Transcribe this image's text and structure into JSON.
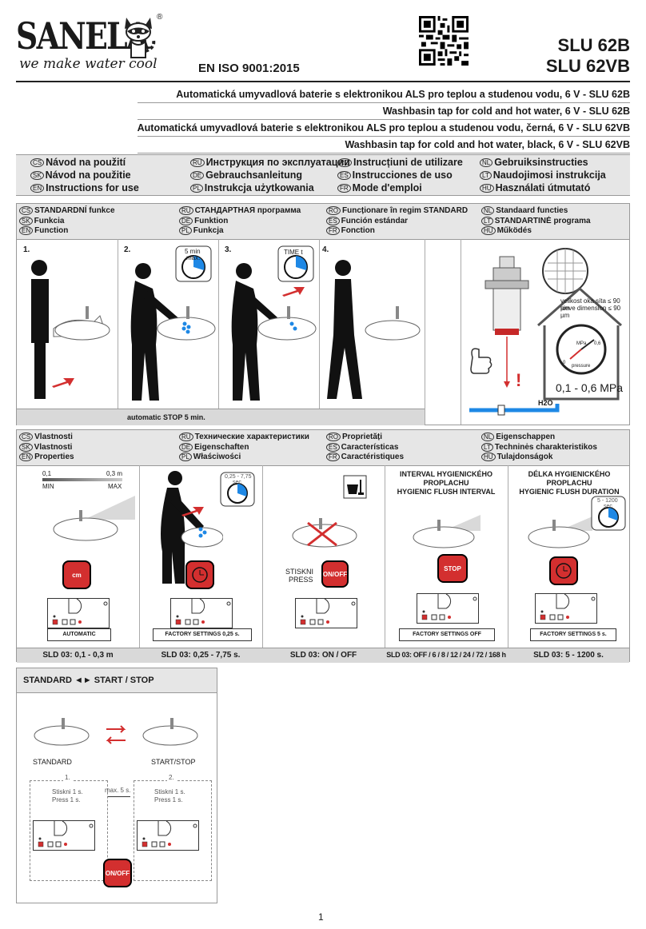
{
  "brand": {
    "name": "SANELA",
    "tagline": "we make water cool",
    "reg": "®"
  },
  "iso": "EN ISO 9001:2015",
  "models": [
    "SLU 62B",
    "SLU 62VB"
  ],
  "titles": [
    "Automatická umyvadlová baterie s elektronikou ALS pro teplou a studenou vodu, 6 V - SLU 62B",
    "Washbasin tap for cold and hot water, 6 V - SLU 62B",
    "Automatická umyvadlová baterie s elektronikou ALS pro teplou a studenou vodu, černá, 6 V - SLU 62VB",
    "Washbasin tap for cold and hot water, black, 6 V - SLU 62VB"
  ],
  "manuals": [
    {
      "code": "CS",
      "text": "Návod na použití"
    },
    {
      "code": "RU",
      "text": "Инструкция по эксплуатации"
    },
    {
      "code": "RO",
      "text": "Instrucțiuni de utilizare"
    },
    {
      "code": "NL",
      "text": "Gebruiksinstructies"
    },
    {
      "code": "SK",
      "text": "Návod na použitie"
    },
    {
      "code": "DE",
      "text": "Gebrauchsanleitung"
    },
    {
      "code": "ES",
      "text": "Instrucciones de uso"
    },
    {
      "code": "LT",
      "text": "Naudojimosi instrukcija"
    },
    {
      "code": "EN",
      "text": "Instructions for use"
    },
    {
      "code": "PL",
      "text": "Instrukcja użytkowania"
    },
    {
      "code": "FR",
      "text": "Mode d'emploi"
    },
    {
      "code": "HU",
      "text": "Használati útmutató"
    }
  ],
  "function_header": [
    {
      "code": "CS",
      "text": "STANDARDNÍ funkce"
    },
    {
      "code": "RU",
      "text": "СТАНДАРТНАЯ программа"
    },
    {
      "code": "RO",
      "text": "Funcționare în regim STANDARD"
    },
    {
      "code": "NL",
      "text": "Standaard functies"
    },
    {
      "code": "SK",
      "text": "Funkcia"
    },
    {
      "code": "DE",
      "text": "Funktion"
    },
    {
      "code": "ES",
      "text": "Función estándar"
    },
    {
      "code": "LT",
      "text": "STANDARTINĖ programa"
    },
    {
      "code": "EN",
      "text": "Function"
    },
    {
      "code": "PL",
      "text": "Funkcja"
    },
    {
      "code": "FR",
      "text": "Fonction"
    },
    {
      "code": "HU",
      "text": "Működés"
    }
  ],
  "steps": {
    "s1": "1.",
    "s2": "2.",
    "s3": "3.",
    "s4": "4.",
    "timer1": "5 min",
    "timer1b": "max.",
    "timer2": "TIME t",
    "auto_stop": "automatic STOP 5 min."
  },
  "filter": {
    "sieve_cs": "velikost oka síta ≤ 90 µm",
    "sieve_en": "sieve dimension ≤ 90 µm",
    "pressure": "0,1 - 0,6 MPa",
    "gauge_unit": "MPa",
    "gauge_label": "pressure",
    "gauge_max": "0,6",
    "gauge_zero": "0",
    "h2o": "H2O",
    "warning": "!"
  },
  "properties_header": [
    {
      "code": "CS",
      "text": "Vlastnosti"
    },
    {
      "code": "RU",
      "text": "Технические характеристики"
    },
    {
      "code": "RO",
      "text": "Proprietăți"
    },
    {
      "code": "NL",
      "text": "Eigenschappen"
    },
    {
      "code": "SK",
      "text": "Vlastnosti"
    },
    {
      "code": "DE",
      "text": "Eigenschaften"
    },
    {
      "code": "ES",
      "text": "Características"
    },
    {
      "code": "LT",
      "text": "Techninės charakteristikos"
    },
    {
      "code": "EN",
      "text": "Properties"
    },
    {
      "code": "PL",
      "text": "Właściwości"
    },
    {
      "code": "FR",
      "text": "Caractéristiques"
    },
    {
      "code": "HU",
      "text": "Tulajdonságok"
    }
  ],
  "props": {
    "range_min_val": "0,1",
    "range_max_val": "0,3 m",
    "min": "MIN",
    "max": "MAX",
    "timer_range": "0,25 - 7,75",
    "timer_unit": "sec",
    "press_cs": "STISKNI",
    "press_en": "PRESS",
    "interval_title": [
      "INTERVAL HYGIENICKÉHO",
      "PROPLACHU",
      "HYGIENIC FLUSH INTERVAL"
    ],
    "duration_title": [
      "DÉLKA HYGIENICKÉHO",
      "PROPLACHU",
      "HYGIENIC FLUSH DURATION"
    ],
    "dur_timer": "5 - 1200",
    "dur_unit": "sec",
    "btn_cm": "cm",
    "btn_onoff": "ON/OFF",
    "btn_stop": "STOP",
    "box_auto": "AUTOMATIC",
    "box_fs1": "FACTORY SETTINGS 0,25 s.",
    "box_fs2": "FACTORY SETTINGS OFF",
    "box_fs3": "FACTORY SETTINGS 5 s.",
    "sld1": "SLD 03: 0,1 - 0,3 m",
    "sld2": "SLD 03: 0,25 - 7,75 s.",
    "sld3": "SLD 03: ON / OFF",
    "sld4": "SLD 03: OFF / 6 / 8 / 12 / 24 / 72 / 168 h",
    "sld5": "SLD 03:  5 - 1200 s."
  },
  "mode": {
    "header": "STANDARD ◄► START / STOP",
    "standard": "STANDARD",
    "startstop": "START/STOP",
    "n1": "1.",
    "n2": "2.",
    "press_cs": "Stiskni 1 s.",
    "press_en": "Press 1 s.",
    "max": "max. 5 s.",
    "btn": "ON/OFF"
  },
  "page_number": "1",
  "colors": {
    "accent_red": "#d32f2f",
    "blue": "#1e88e5",
    "gray": "#e6e6e6"
  }
}
